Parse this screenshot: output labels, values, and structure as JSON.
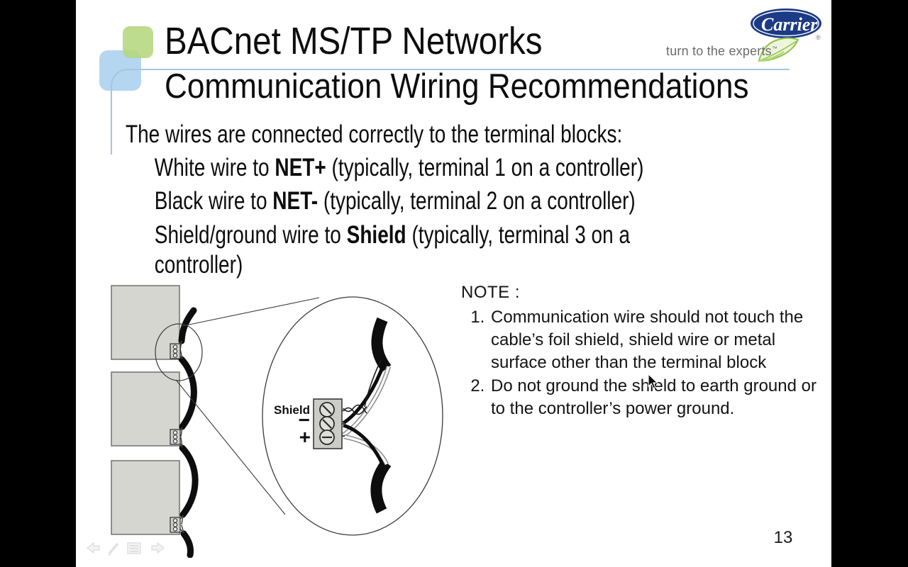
{
  "slide": {
    "title": "BACnet MS/TP Networks",
    "subtitle": "Communication Wiring Recommendations",
    "page_number": "13"
  },
  "logo": {
    "brand": "Carrier",
    "registered": "®",
    "tagline": "turn to the experts",
    "trademark": "™"
  },
  "body": {
    "intro": "The wires are connected correctly to the terminal blocks:",
    "items": [
      {
        "pre": "White wire to ",
        "term": "NET+",
        "post": " (typically, terminal 1 on a controller)"
      },
      {
        "pre": "Black wire to ",
        "term": "NET-",
        "post": " (typically, terminal 2 on a controller)"
      },
      {
        "pre": "Shield/ground wire to ",
        "term": "Shield",
        "post": " (typically, terminal 3 on a controller)"
      }
    ]
  },
  "note": {
    "heading": "NOTE :",
    "items": [
      "Communication wire should not touch the cable’s foil shield, shield wire or metal surface other than the terminal block",
      "Do not ground the shield to earth ground or to the controller’s power ground."
    ]
  },
  "diagram": {
    "labels": {
      "shield": "Shield",
      "minus": "−",
      "plus": "+"
    }
  },
  "colors": {
    "carrier_blue": "#1c3a85",
    "leaf_green": "#8cc63f",
    "accent_green_square": "#b4d77d",
    "accent_blue_square": "#aed3ef",
    "divider_blue": "#a3c7dc"
  }
}
